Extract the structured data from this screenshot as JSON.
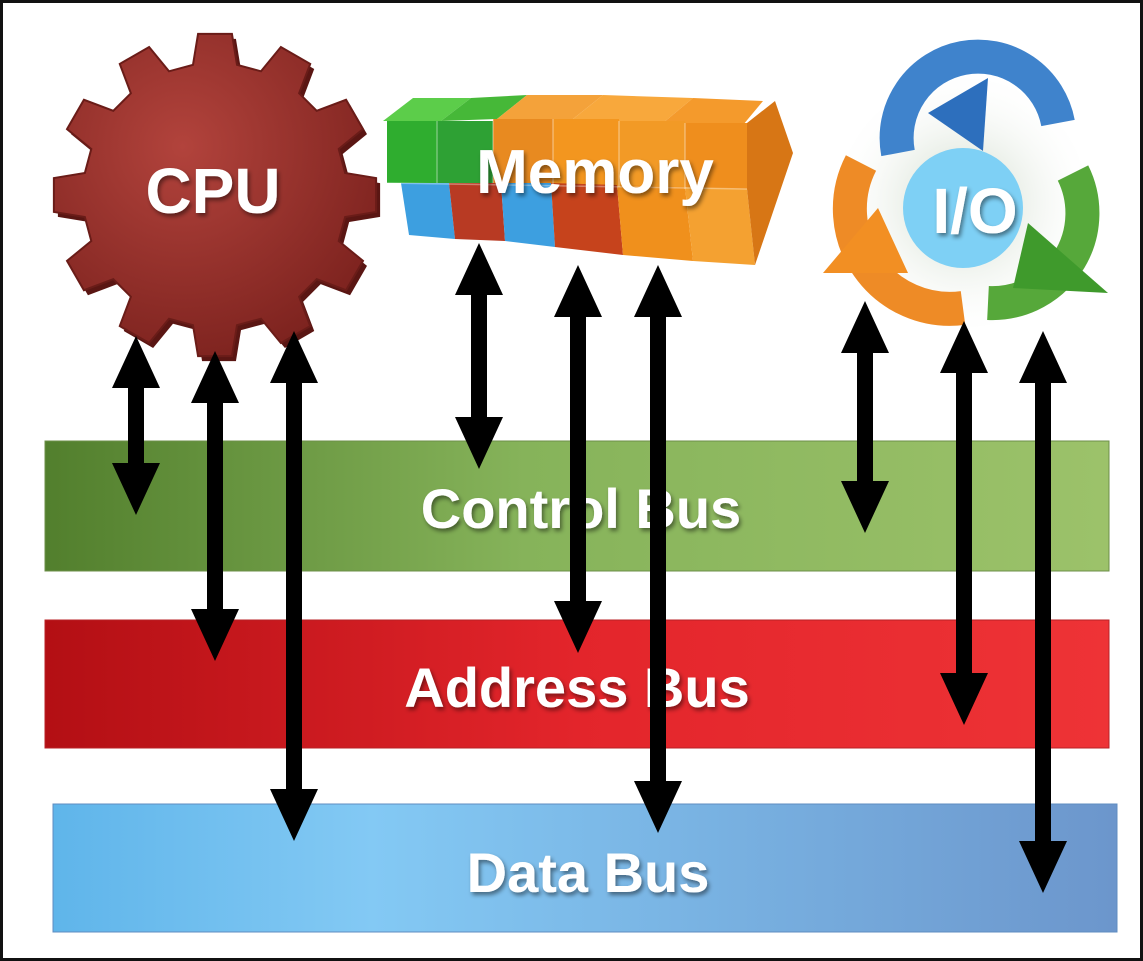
{
  "components": {
    "cpu": "CPU",
    "memory": "Memory",
    "io": "I/O"
  },
  "buses": {
    "control": "Control Bus",
    "address": "Address Bus",
    "data": "Data Bus"
  },
  "colors": {
    "control_bus": "#7fad55",
    "address_bus": "#e3252b",
    "data_bus": "#72a6dc",
    "cpu_gear": "#a93a34",
    "arrow": "#000000"
  },
  "icons": {
    "cpu": "gear-icon",
    "memory": "memory-blocks-icon",
    "io": "cycle-arrows-icon"
  }
}
